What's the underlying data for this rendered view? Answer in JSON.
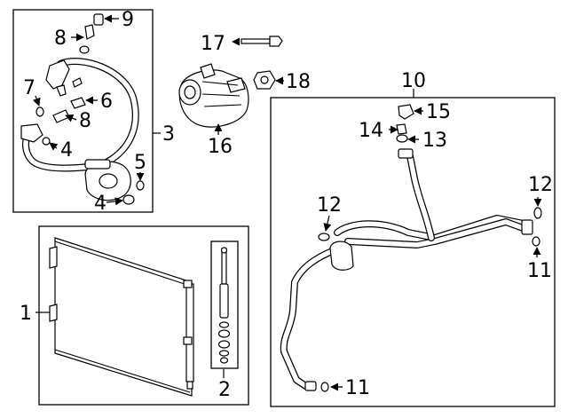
{
  "callouts": {
    "c1": "1",
    "c2": "2",
    "c3": "3",
    "c4a": "4",
    "c4b": "4",
    "c5": "5",
    "c6": "6",
    "c7": "7",
    "c8a": "8",
    "c8b": "8",
    "c9": "9",
    "c10": "10",
    "c11a": "11",
    "c11b": "11",
    "c12a": "12",
    "c12b": "12",
    "c13": "13",
    "c14": "14",
    "c15": "15",
    "c16": "16",
    "c17": "17",
    "c18": "18"
  },
  "parts": [
    "condenser",
    "receiver-drier",
    "hose-assembly",
    "compressor",
    "bolt",
    "nut",
    "liquid-line-assembly"
  ]
}
